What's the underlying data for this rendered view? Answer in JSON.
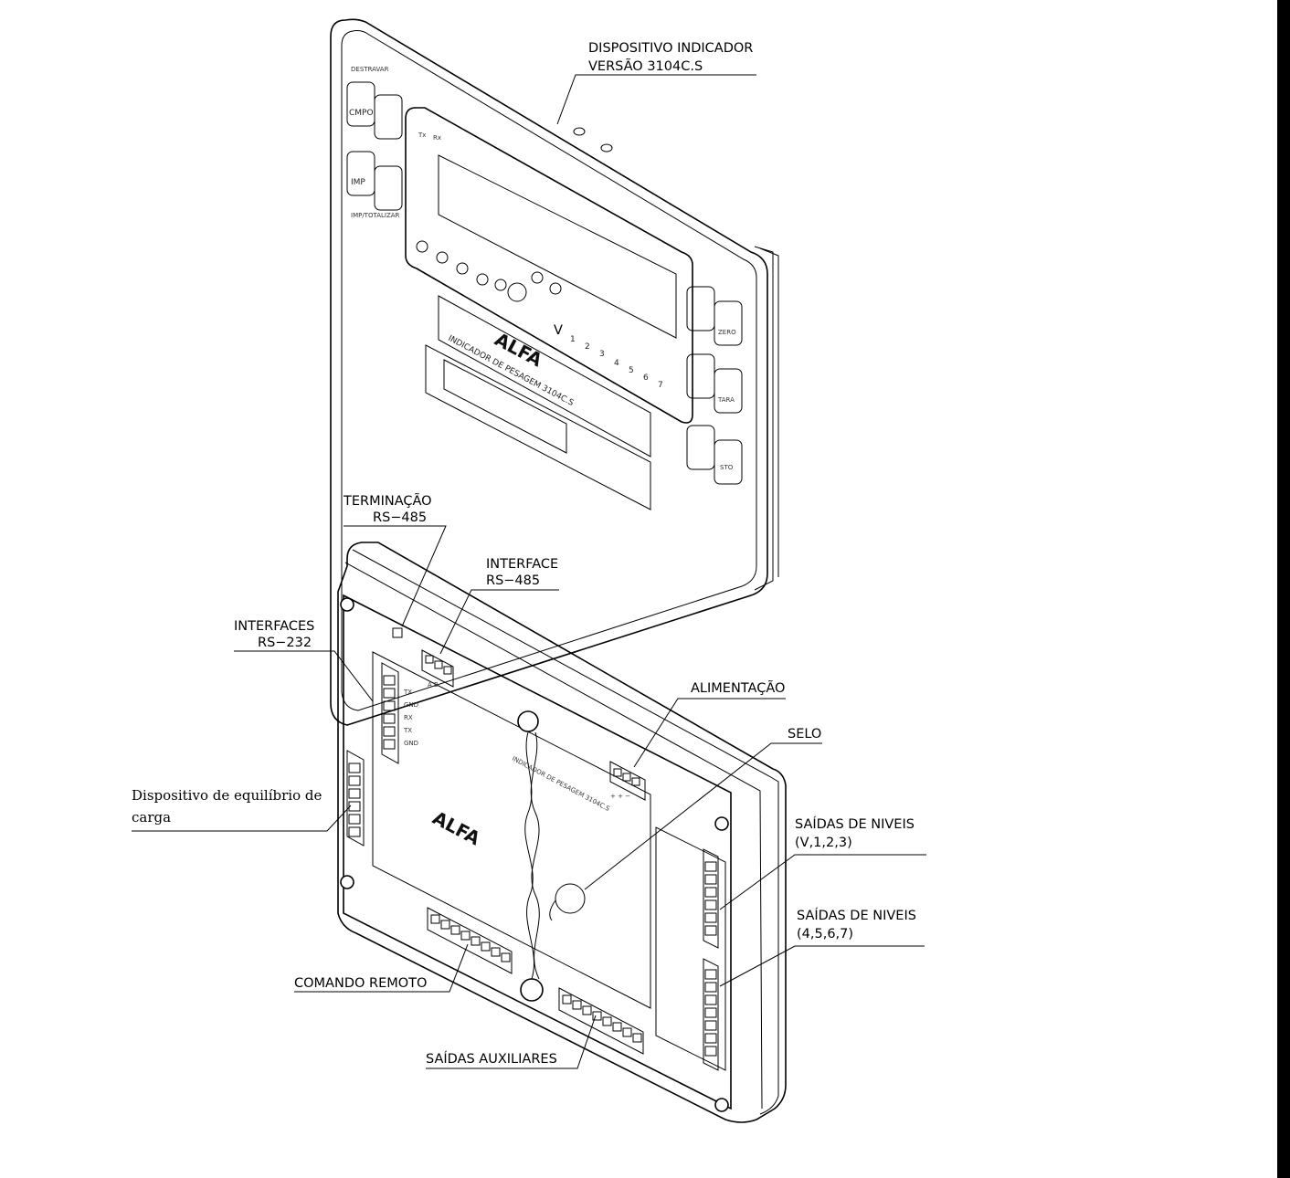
{
  "labels": {
    "dispositivo_indicador_line1": "DISPOSITIVO INDICADOR",
    "dispositivo_indicador_line2": "VERSÃO 3104C.S",
    "terminacao_line1": "TERMINAÇÃO",
    "terminacao_line2": "RS−485",
    "interface_line1": "INTERFACE",
    "interface_line2": "RS−485",
    "interfaces_line1": "INTERFACES",
    "interfaces_line2": "RS−232",
    "alimentacao": "ALIMENTAÇÃO",
    "selo": "SELO",
    "equilibrio_line1": "Dispositivo de equilíbrio de",
    "equilibrio_line2": "carga",
    "saidas_niveis_1_line1": "SAÍDAS DE NIVEIS",
    "saidas_niveis_1_line2": "(V,1,2,3)",
    "saidas_niveis_2_line1": "SAÍDAS DE NIVEIS",
    "saidas_niveis_2_line2": "(4,5,6,7)",
    "comando_remoto": "COMANDO REMOTO",
    "saidas_auxiliares": "SAÍDAS AUXILIARES"
  },
  "front_panel": {
    "brand": "ALFA",
    "model_text": "INDICADOR DE PESAGEM 3104C.S",
    "keys_left": [
      "CMPO",
      "IMP"
    ],
    "keys_right": [
      "ZERO",
      "TARA",
      "STO"
    ],
    "level_numbers": [
      "V",
      "1",
      "2",
      "3",
      "4",
      "5",
      "6",
      "7"
    ]
  },
  "rear_panel": {
    "brand": "ALFA",
    "model_text": "INDICADOR DE PESAGEM 3104C.S"
  }
}
